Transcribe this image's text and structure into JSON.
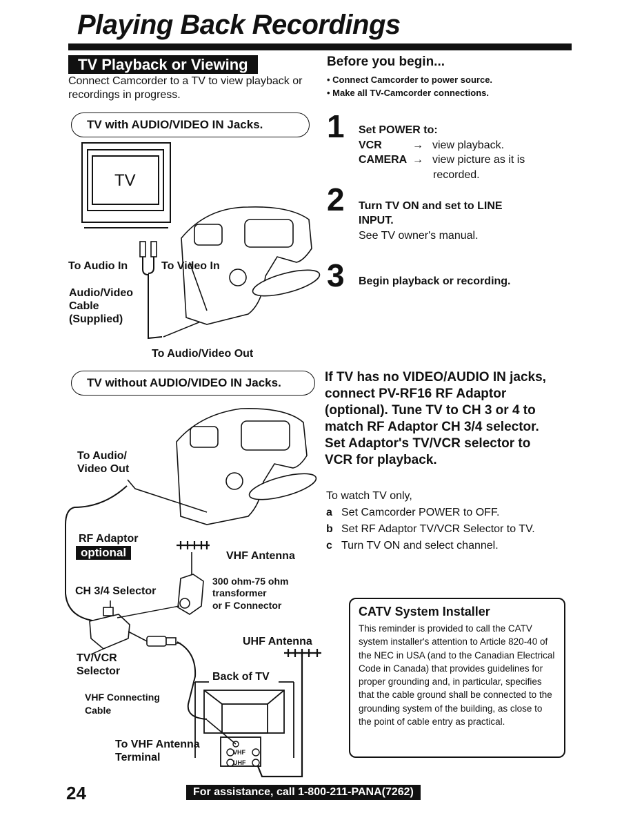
{
  "page": {
    "title": "Playing Back Recordings",
    "page_number": "24",
    "assistance": "For assistance, call 1-800-211-PANA(7262)"
  },
  "playback": {
    "heading": "TV Playback or Viewing",
    "intro": "Connect Camcorder to a TV to view playback or recordings in progress."
  },
  "before": {
    "title": "Before you begin...",
    "bullets": [
      "• Connect Camcorder to power source.",
      "• Make all TV-Camcorder connections."
    ]
  },
  "with_av": {
    "pill": "TV with AUDIO/VIDEO IN Jacks.",
    "tv_label": "TV",
    "to_audio_in": "To Audio In",
    "to_video_in": "To Video In",
    "cable": [
      "Audio/Video",
      "Cable",
      "(Supplied)"
    ],
    "to_av_out": "To Audio/Video Out"
  },
  "steps": [
    {
      "num": "1",
      "title": "Set POWER to:",
      "rows": [
        {
          "key": "VCR",
          "arrow": "→",
          "value": "view playback."
        },
        {
          "key": "CAMERA",
          "arrow": "→",
          "value": "view picture as it is"
        },
        {
          "key": "",
          "arrow": "",
          "value": "recorded."
        }
      ]
    },
    {
      "num": "2",
      "title_l1": "Turn TV ON and set to LINE",
      "title_l2": "INPUT.",
      "note": "See TV owner's manual."
    },
    {
      "num": "3",
      "title": "Begin playback or recording."
    }
  ],
  "without_av": {
    "pill": "TV without AUDIO/VIDEO IN Jacks.",
    "to_av_out": [
      "To Audio/",
      "Video Out"
    ],
    "rf_adaptor": "RF Adaptor",
    "optional": "optional",
    "vhf_antenna": "VHF Antenna",
    "transformer": [
      "300 ohm-75 ohm",
      "transformer",
      "or F Connector"
    ],
    "ch_selector": "CH 3/4 Selector",
    "uhf_antenna": "UHF Antenna",
    "tvvcr_selector": [
      "TV/VCR",
      "Selector"
    ],
    "back_of_tv": "Back of TV",
    "vhf_cable": [
      "VHF Connecting",
      "Cable"
    ],
    "to_vhf_terminal": [
      "To VHF Antenna",
      "Terminal"
    ],
    "vhf_tag": "VHF",
    "uhf_tag": "UHF"
  },
  "rf_instructions": {
    "lines": [
      "If TV has no VIDEO/AUDIO IN jacks,",
      "connect PV-RF16 RF Adaptor",
      "(optional). Tune TV to CH 3 or 4 to",
      "match RF Adaptor CH 3/4 selector.",
      "Set Adaptor's TV/VCR selector to",
      "VCR for playback."
    ],
    "watch_title": "To watch TV only,",
    "watch_steps": [
      {
        "letter": "a",
        "text": "Set Camcorder POWER to OFF."
      },
      {
        "letter": "b",
        "text": "Set RF Adaptor TV/VCR Selector to TV."
      },
      {
        "letter": "c",
        "text": "Turn TV ON and select channel."
      }
    ]
  },
  "catv": {
    "title": "CATV System Installer",
    "body": "This reminder is provided to call the CATV system installer's attention to Article 820-40 of the NEC in USA (and to the Canadian Electrical Code in Canada) that provides guidelines for proper grounding and, in particular, specifies that the cable ground shall be connected to the grounding system of the building, as close to the point of cable entry as practical."
  }
}
